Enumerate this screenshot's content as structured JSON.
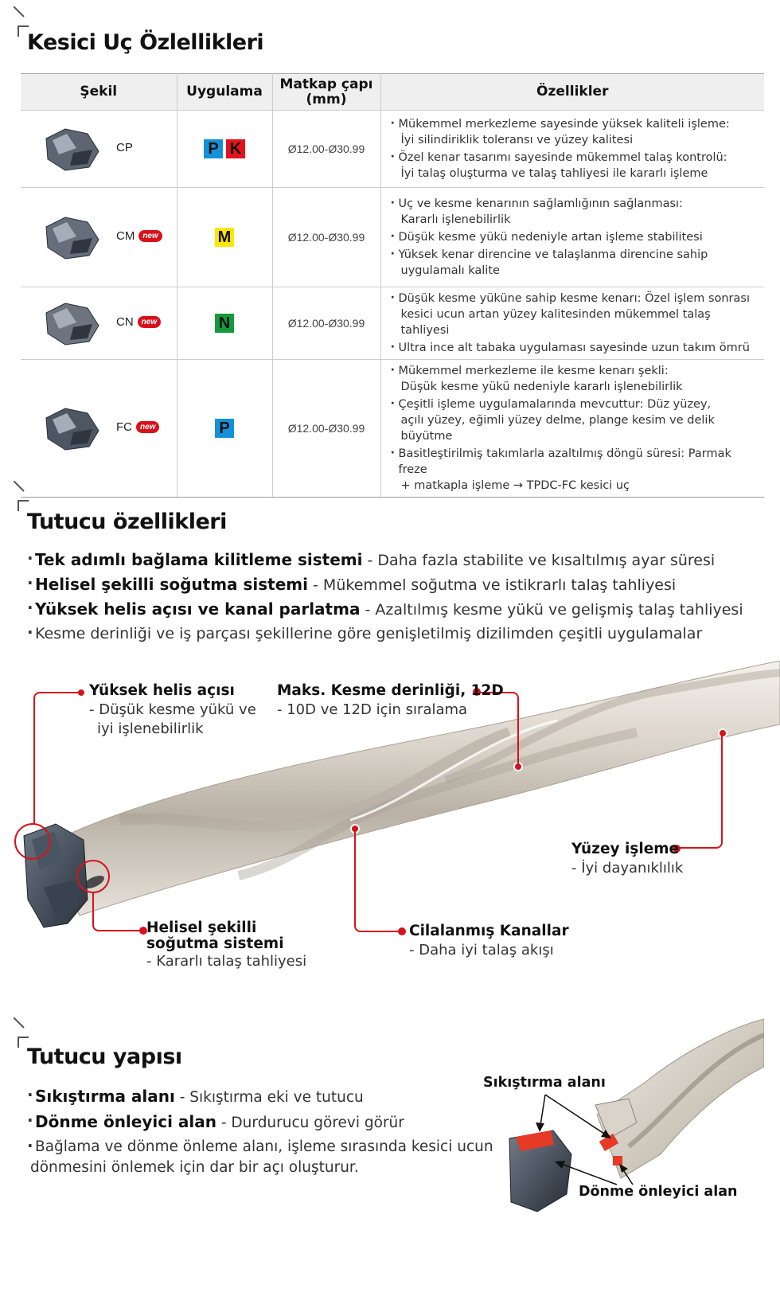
{
  "section1": {
    "title": "Kesici Uç Özlellikleri",
    "headers": {
      "shape": "Şekil",
      "application": "Uygulama",
      "diameter_line1": "Matkap çapı",
      "diameter_line2": "(mm)",
      "features": "Özellikler"
    },
    "rows": [
      {
        "code": "CP",
        "is_new": false,
        "grades": [
          {
            "letter": "P",
            "color": "#1591d9"
          },
          {
            "letter": "K",
            "color": "#e3131b"
          }
        ],
        "diameter": "Ø12.00-Ø30.99",
        "features": [
          [
            "Mükemmel merkezleme sayesinde yüksek kaliteli işleme:",
            "İyi silindiriklik toleransı  ve yüzey kalitesi"
          ],
          [
            "Özel kenar tasarımı sayesinde mükemmel talaş kontrolü:",
            "İyi talaş oluşturma ve talaş tahliyesi ile kararlı işleme"
          ]
        ]
      },
      {
        "code": "CM",
        "is_new": true,
        "grades": [
          {
            "letter": "M",
            "color": "#ffe600"
          }
        ],
        "diameter": "Ø12.00-Ø30.99",
        "features": [
          [
            "Uç ve kesme kenarının sağlamlığının sağlanması:",
            "Kararlı işlenebilirlik"
          ],
          [
            "Düşük kesme yükü nedeniyle artan işleme stabilitesi"
          ],
          [
            "Yüksek kenar direncine ve talaşlanma direncine sahip",
            "uygulamalı kalite"
          ]
        ]
      },
      {
        "code": "CN",
        "is_new": true,
        "grades": [
          {
            "letter": "N",
            "color": "#139a3c"
          }
        ],
        "diameter": "Ø12.00-Ø30.99",
        "features": [
          [
            "Düşük kesme yüküne sahip kesme kenarı: Özel işlem sonrası",
            "kesici ucun artan yüzey kalitesinden mükemmel talaş tahliyesi"
          ],
          [
            "Ultra ince alt tabaka uygulaması sayesinde uzun takım ömrü"
          ]
        ]
      },
      {
        "code": "FC",
        "is_new": true,
        "grades": [
          {
            "letter": "P",
            "color": "#1591d9"
          }
        ],
        "diameter": "Ø12.00-Ø30.99",
        "features": [
          [
            "Mükemmel merkezleme ile kesme kenarı şekli:",
            "Düşük kesme yükü nedeniyle kararlı işlenebilirlik"
          ],
          [
            "Çeşitli işleme uygulamalarında mevcuttur: Düz yüzey,",
            "açılı yüzey, eğimli yüzey delme, plange kesim ve delik büyütme"
          ],
          [
            "Basitleştirilmiş takımlarla azaltılmış döngü süresi: Parmak freze",
            "+ matkapla işleme → TPDC-FC kesici uç"
          ]
        ]
      }
    ],
    "new_badge": "new"
  },
  "section2": {
    "title": "Tutucu özellikleri",
    "bullets": [
      {
        "bold": "Tek adımlı bağlama kilitleme sistemi",
        "text": " - Daha fazla stabilite ve kısaltılmış ayar süresi"
      },
      {
        "bold": "Helisel şekilli soğutma sistemi",
        "text": " - Mükemmel soğutma ve istikrarlı talaş tahliyesi"
      },
      {
        "bold": "Yüksek helis açısı ve kanal parlatma",
        "text": " - Azaltılmış kesme yükü ve gelişmiş talaş tahliyesi"
      },
      {
        "bold": "",
        "text": "Kesme derinliği ve iş parçası şekillerine göre genişletilmiş dizilimden çeşitli uygulamalar"
      }
    ],
    "callouts": {
      "helix": {
        "title": "Yüksek helis açısı",
        "line1": "- Düşük kesme yükü ve",
        "line2": "iyi işlenebilirlik"
      },
      "depth": {
        "title": "Maks. Kesme derinliği, 12D",
        "line1": "- 10D ve 12D için sıralama"
      },
      "surface": {
        "title": "Yüzey işleme",
        "line1": "- İyi dayanıklılık"
      },
      "coolant": {
        "title1": "Helisel şekilli",
        "title2": "soğutma sistemi",
        "line1": "- Kararlı talaş tahliyesi"
      },
      "flutes": {
        "title": "Cilalanmış Kanallar",
        "line1": "- Daha iyi talaş akışı"
      }
    }
  },
  "section3": {
    "title": "Tutucu yapısı",
    "bullets": [
      {
        "bold": "Sıkıştırma alanı",
        "text": " - Sıkıştırma eki ve tutucu"
      },
      {
        "bold": "Dönme önleyici alan",
        "text": " - Durdurucu görevi görür"
      },
      {
        "bold": "",
        "text": "Bağlama ve dönme önleme alanı, işleme sırasında kesici ucun",
        "text2": "dönmesini önlemek için dar bir açı oluşturur."
      }
    ],
    "labels": {
      "clamp": "Sıkıştırma alanı",
      "anti_rotation": "Dönme önleyici alan"
    }
  },
  "colors": {
    "accent_red": "#d7121b",
    "header_bg": "#efefef"
  }
}
